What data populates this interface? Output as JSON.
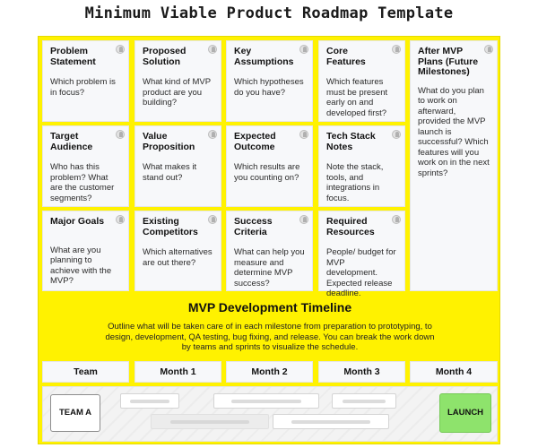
{
  "page": {
    "title": "Minimum Viable Product Roadmap Template"
  },
  "cards": [
    {
      "title": "Problem Statement",
      "text": "Which problem is in focus?"
    },
    {
      "title": "Proposed Solution",
      "text": "What kind of MVP product are you building?"
    },
    {
      "title": "Key Assumptions",
      "text": "Which hypotheses do you have?"
    },
    {
      "title": "Core Features",
      "text": "Which features must be present early on and developed first?"
    },
    {
      "title": "After MVP Plans (Future Milestones)",
      "text": "What do you plan to work on afterward, provided the MVP launch is successful? Which features will you work on in the next sprints?"
    },
    {
      "title": "Target Audience",
      "text": "Who has this problem? What are the customer segments?"
    },
    {
      "title": "Value Proposition",
      "text": "What makes it stand out?"
    },
    {
      "title": "Expected Outcome",
      "text": "Which results are you counting on?"
    },
    {
      "title": "Tech Stack Notes",
      "text": "Note the stack, tools, and integrations in focus."
    },
    {
      "title": "Major Goals",
      "text": "What are you planning to achieve with the MVP?"
    },
    {
      "title": "Existing Competitors",
      "text": "Which alternatives are out there?"
    },
    {
      "title": "Success Criteria",
      "text": "What can help you measure and determine MVP success?"
    },
    {
      "title": "Required Resources",
      "text": "People/ budget for MVP development. Expected release deadline."
    }
  ],
  "timeline": {
    "title": "MVP Development Timeline",
    "description": "Outline what will be taken care of in each milestone from preparation to prototyping, to design, development, QA testing, bug fixing, and release. You can break the work down by teams and sprints to visualize the schedule.",
    "headers": [
      "Team",
      "Month 1",
      "Month 2",
      "Month 3",
      "Month 4"
    ],
    "team_label": "TEAM A",
    "launch_label": "LAUNCH"
  }
}
